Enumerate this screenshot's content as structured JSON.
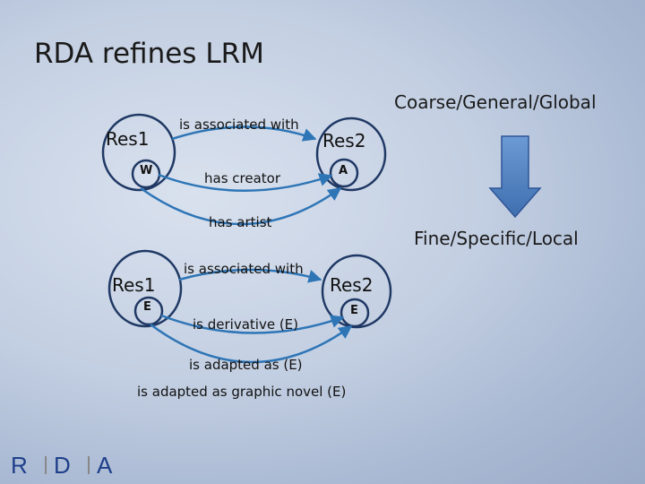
{
  "slide": {
    "title": "RDA refines LRM"
  },
  "top": {
    "left": {
      "label": "Res1",
      "sub": "W"
    },
    "right": {
      "label": "Res2",
      "sub": "A"
    },
    "relations": [
      "is associated with",
      "has creator",
      "has artist"
    ]
  },
  "bottom": {
    "left": {
      "label": "Res1",
      "sub": "E"
    },
    "right": {
      "label": "Res2",
      "sub": "E"
    },
    "relations": [
      "is associated with",
      "is derivative (E)",
      "is adapted as (E)",
      "is adapted as graphic novel (E)"
    ]
  },
  "scale": {
    "top": "Coarse/General/Global",
    "bottom": "Fine/Specific/Local"
  },
  "logo": {
    "letters": [
      "R",
      "D",
      "A"
    ]
  },
  "colors": {
    "node_stroke": "#1f3864",
    "arrow": "#2e75b6",
    "down_arrow": "#4f81bd"
  }
}
